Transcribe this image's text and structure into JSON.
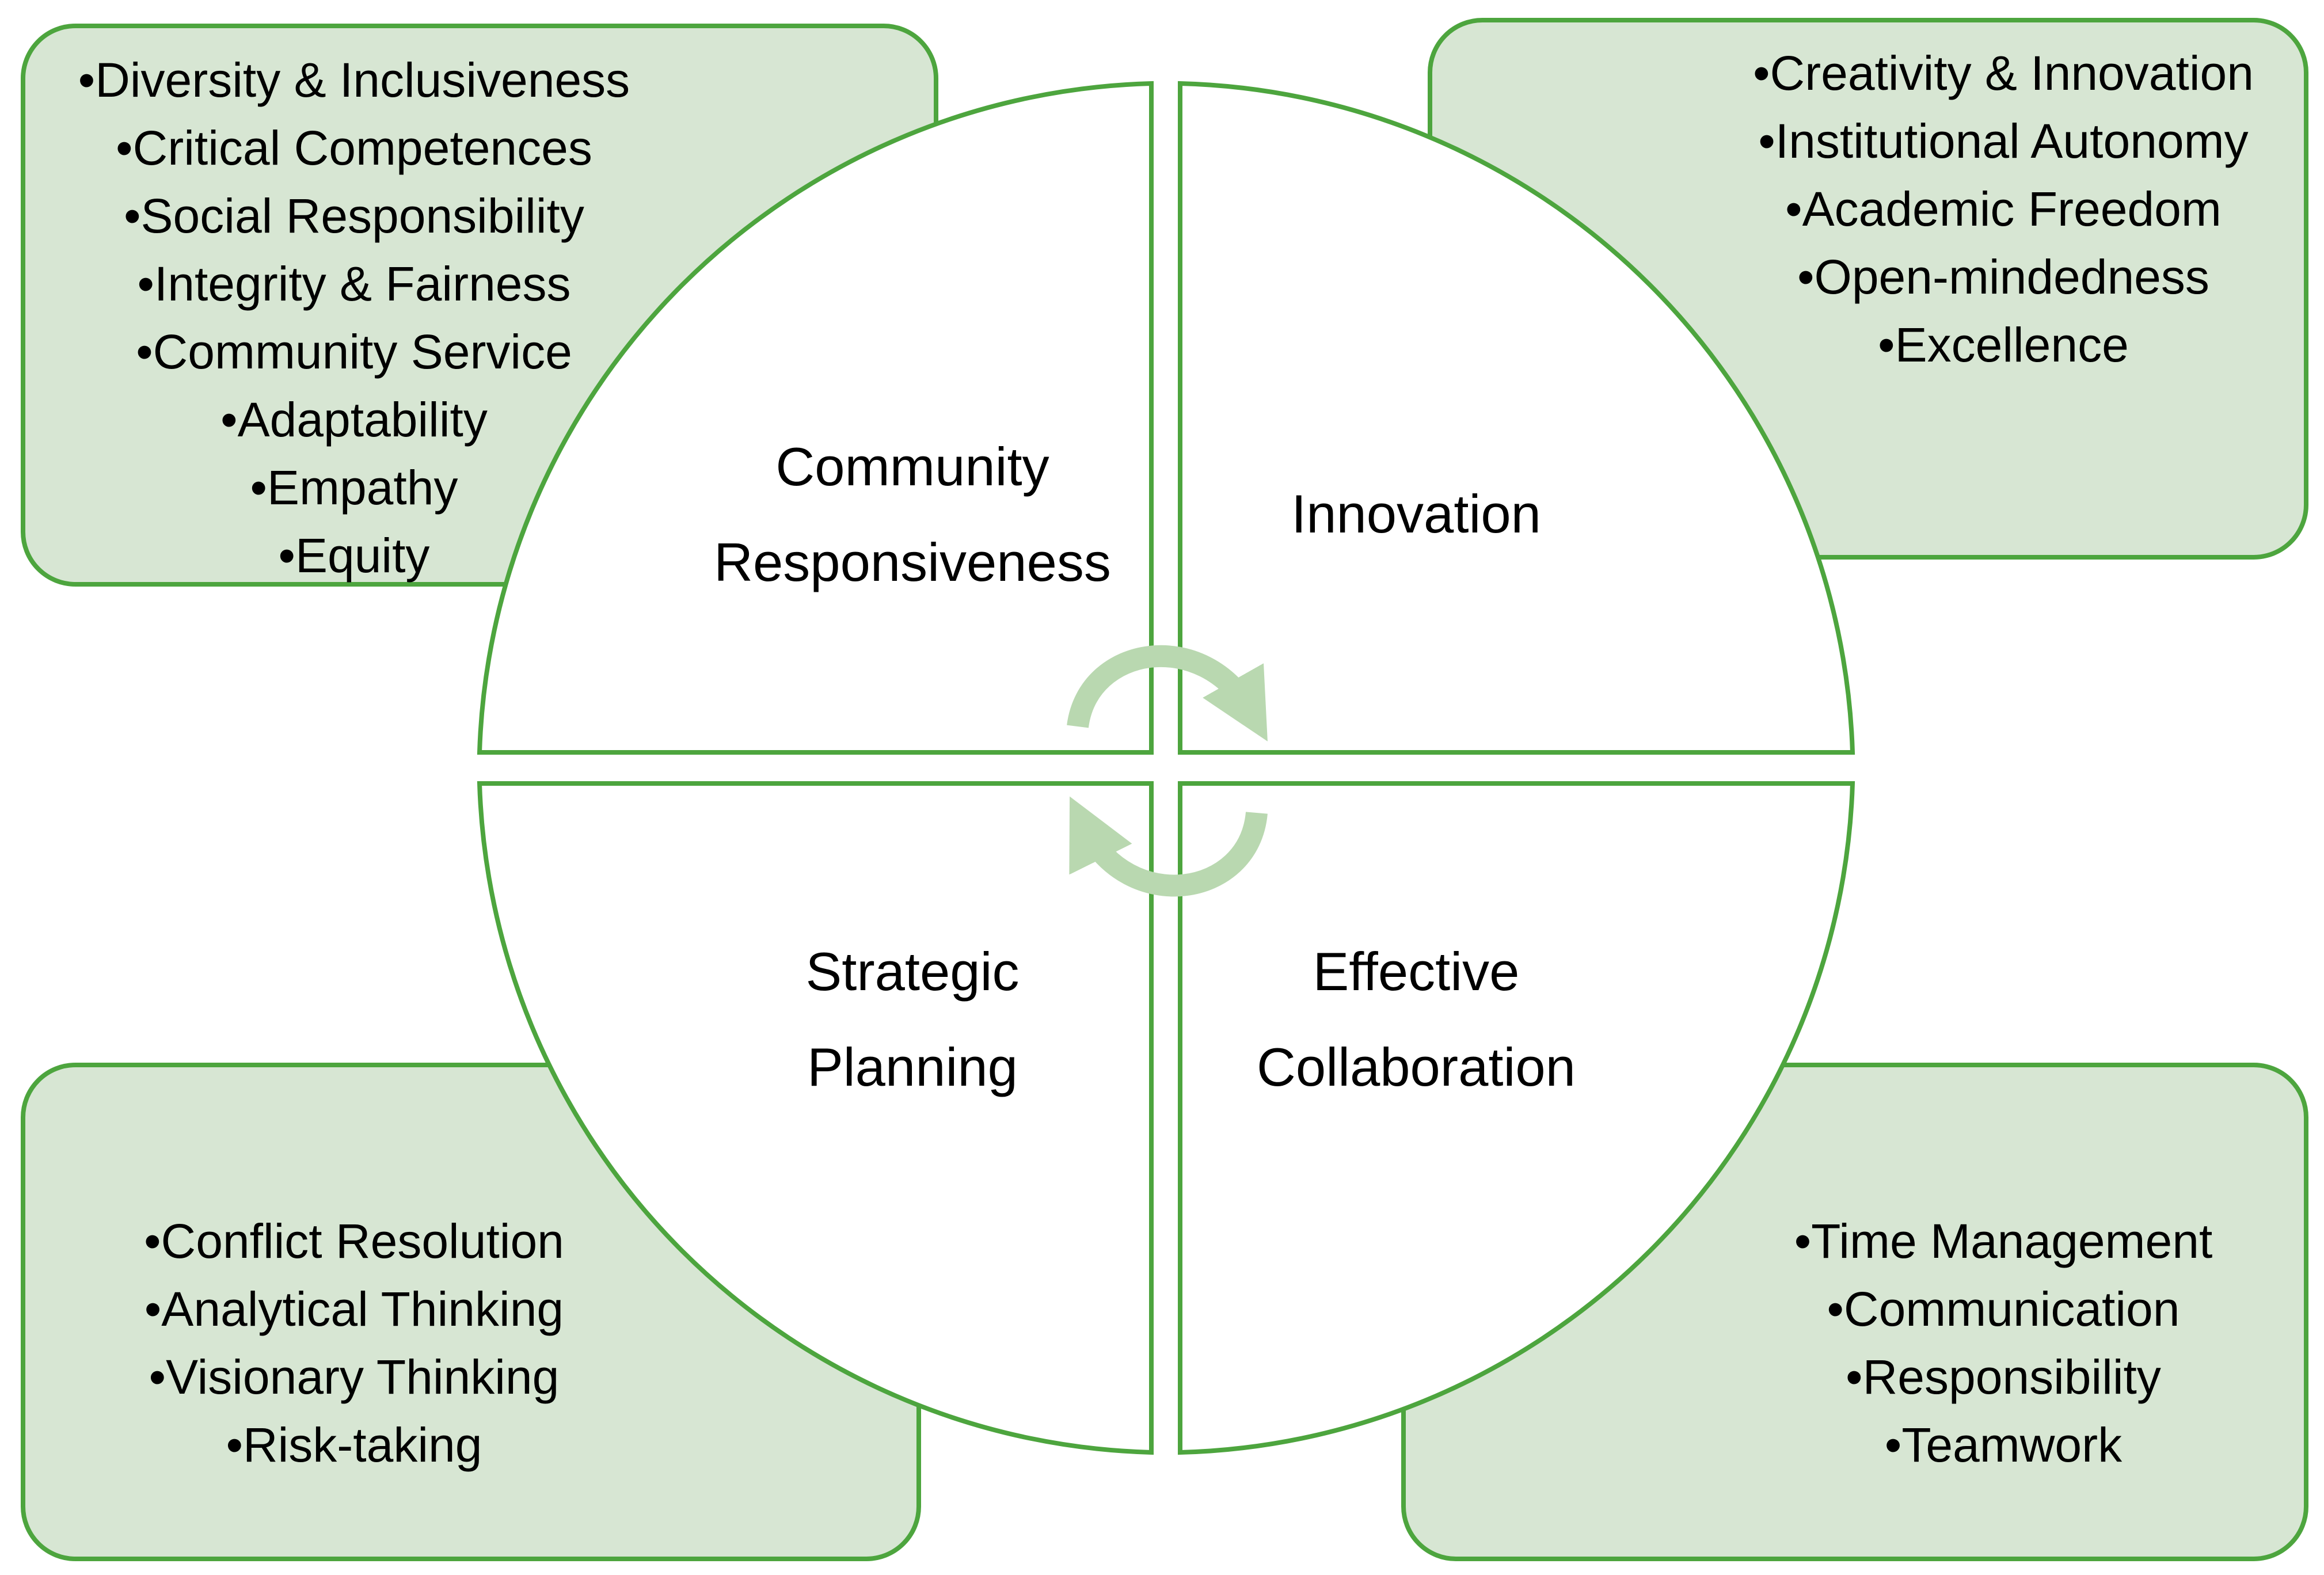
{
  "quadrants": {
    "top_left": {
      "title_line1": "Community",
      "title_line2": "Responsiveness"
    },
    "top_right": {
      "title_line1": "Innovation",
      "title_line2": ""
    },
    "bottom_left": {
      "title_line1": "Strategic",
      "title_line2": "Planning"
    },
    "bottom_right": {
      "title_line1": "Effective",
      "title_line2": "Collaboration"
    }
  },
  "boxes": {
    "top_left": {
      "items": [
        "Diversity & Inclusiveness",
        "Critical Competences",
        "Social Responsibility",
        "Integrity & Fairness",
        "Community Service",
        "Adaptability",
        "Empathy",
        "Equity"
      ]
    },
    "top_right": {
      "items": [
        "Creativity & Innovation",
        "Institutional Autonomy",
        "Academic Freedom",
        "Open-mindedness",
        "Excellence"
      ]
    },
    "bottom_left": {
      "items": [
        "Conflict Resolution",
        "Analytical Thinking",
        "Visionary Thinking",
        "Risk-taking"
      ]
    },
    "bottom_right": {
      "items": [
        "Time Management",
        "Communication",
        "Responsibility",
        "Teamwork"
      ]
    }
  },
  "colors": {
    "box_fill": "#d7e6d3",
    "outline": "#4da53e",
    "arrow": "#b9d8b0",
    "wheel_fill": "#ffffff"
  },
  "icons": [
    "cycle-arrow-top-icon",
    "cycle-arrow-bottom-icon"
  ]
}
